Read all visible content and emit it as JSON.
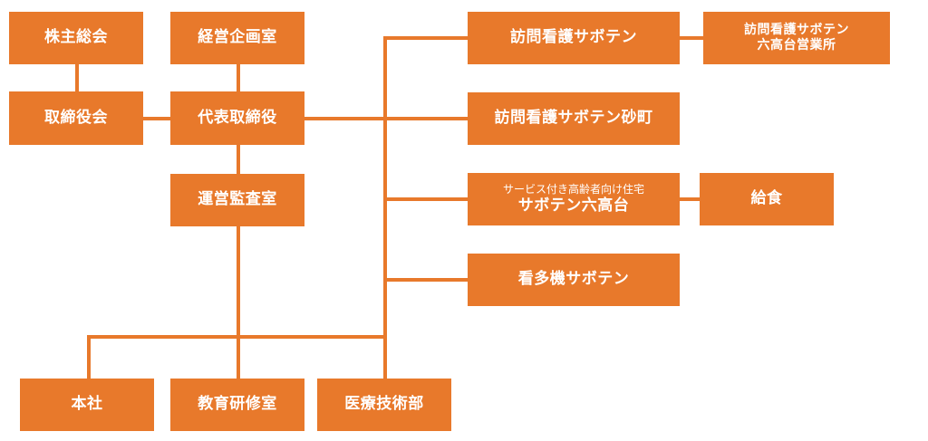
{
  "colors": {
    "box_fill": "#E8792B",
    "line": "#E8792B",
    "text": "#FFFFFF"
  },
  "boxes": {
    "shareholders": "株主総会",
    "board": "取締役会",
    "management_planning": "経営企画室",
    "ceo": "代表取締役",
    "audit": "運営監査室",
    "head_office": "本社",
    "education": "教育研修室",
    "medical_tech": "医療技術部",
    "nursing": "訪問看護サボテン",
    "nursing_rokkodai_line1": "訪問看護サボテン",
    "nursing_rokkodai_line2": "六高台営業所",
    "nursing_sunamachi": "訪問看護サボテン砂町",
    "elderly_housing_line1": "サービス付き高齢者向け住宅",
    "elderly_housing_line2": "サボテン六高台",
    "catering": "給食",
    "kantaki": "看多機サボテン"
  }
}
